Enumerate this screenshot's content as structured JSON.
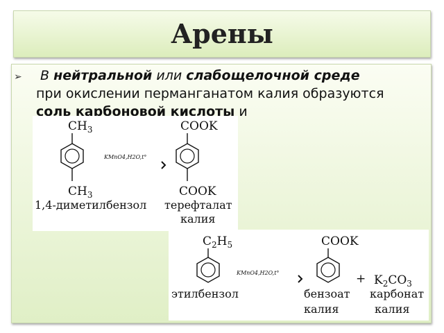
{
  "title": "Арены",
  "text": {
    "p1": "В",
    "p2": "нейтральной",
    "p3": "или",
    "p4": "слабощелочной среде",
    "p5": "при окислении перманганатом калия образуются",
    "p6": "соль карбоновой кислоты",
    "p7": "и"
  },
  "reaction1": {
    "reactant_top": "CH",
    "reactant_top_sub": "3",
    "reactant_bottom": "CH",
    "reactant_bottom_sub": "3",
    "conditions": "KMnO4,H2O,t°",
    "product_top": "COOK",
    "product_bottom": "COOK",
    "reactant_name": "1,4-диметилбензол",
    "product_name_1": "терефталат",
    "product_name_2": "калия"
  },
  "reaction2": {
    "reactant_top_a": "C",
    "reactant_top_sub1": "2",
    "reactant_top_b": "H",
    "reactant_top_sub2": "5",
    "conditions": "KMnO4,H2O,t°",
    "product_top": "COOK",
    "plus": "+",
    "k2co3_a": "K",
    "k2co3_sub1": "2",
    "k2co3_b": "CO",
    "k2co3_sub2": "3",
    "reactant_name": "этилбензол",
    "product1_name_1": "бензоат",
    "product1_name_2": "калия",
    "product2_name_1": "карбонат",
    "product2_name_2": "калия"
  }
}
